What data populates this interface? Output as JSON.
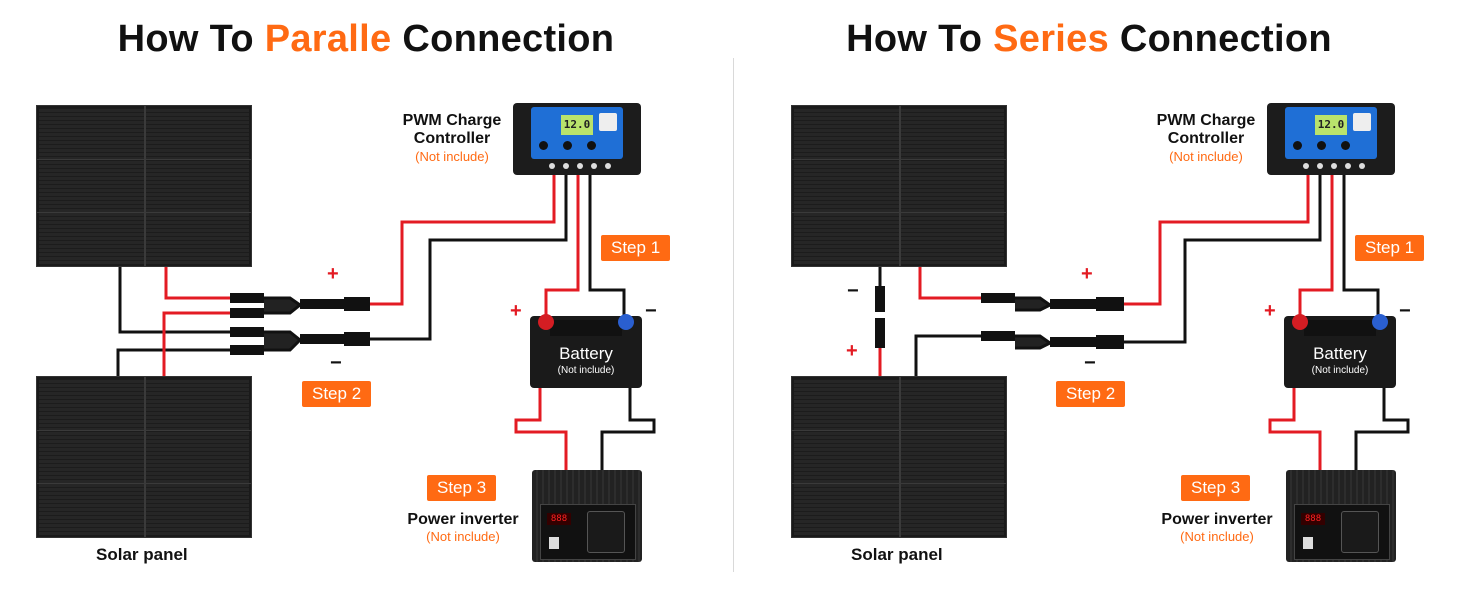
{
  "left": {
    "title_prefix": "How To ",
    "title_accent": "Paralle",
    "title_suffix": " Connection",
    "controller_label_1": "PWM Charge",
    "controller_label_2": "Controller",
    "controller_note": "(Not include)",
    "controller_lcd": "12.0",
    "battery_name": "Battery",
    "battery_note": "(Not include)",
    "inverter_label": "Power inverter",
    "inverter_note": "(Not include)",
    "inverter_display": "888",
    "solar_label": "Solar panel",
    "step1": "Step 1",
    "step2": "Step 2",
    "step3": "Step 3",
    "plus": "+",
    "minus": "−"
  },
  "right": {
    "title_prefix": "How To ",
    "title_accent": "Series",
    "title_suffix": " Connection",
    "controller_label_1": "PWM Charge",
    "controller_label_2": "Controller",
    "controller_note": "(Not include)",
    "controller_lcd": "12.0",
    "battery_name": "Battery",
    "battery_note": "(Not include)",
    "inverter_label": "Power inverter",
    "inverter_note": "(Not include)",
    "inverter_display": "888",
    "solar_label": "Solar panel",
    "step1": "Step 1",
    "step2": "Step 2",
    "step3": "Step 3",
    "plus": "+",
    "minus": "−"
  },
  "colors": {
    "accent": "#ff6a13",
    "wire_positive": "#e31b23",
    "wire_negative": "#111111",
    "controller_face": "#1f6fd6"
  }
}
